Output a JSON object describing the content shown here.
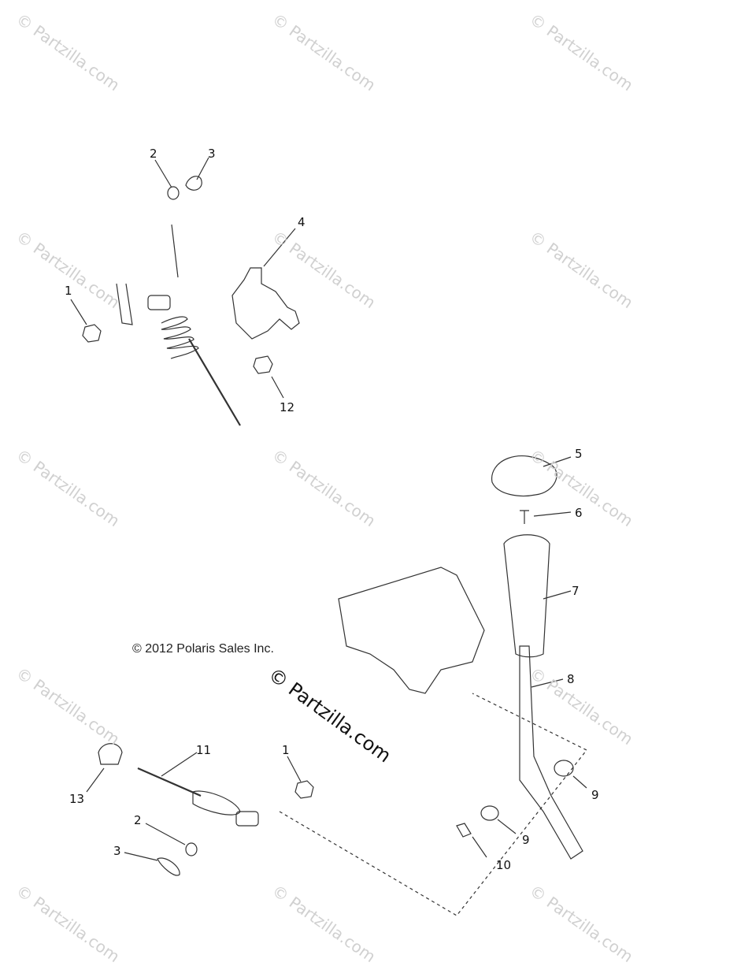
{
  "watermark_text": "© Partzilla.com",
  "copyright": "© 2012 Polaris Sales Inc.",
  "brand_watermark": "© Partzilla.com",
  "callouts": [
    "1",
    "2",
    "3",
    "4",
    "12",
    "5",
    "6",
    "7",
    "8",
    "9",
    "9",
    "10",
    "11",
    "13",
    "1",
    "2",
    "3"
  ]
}
